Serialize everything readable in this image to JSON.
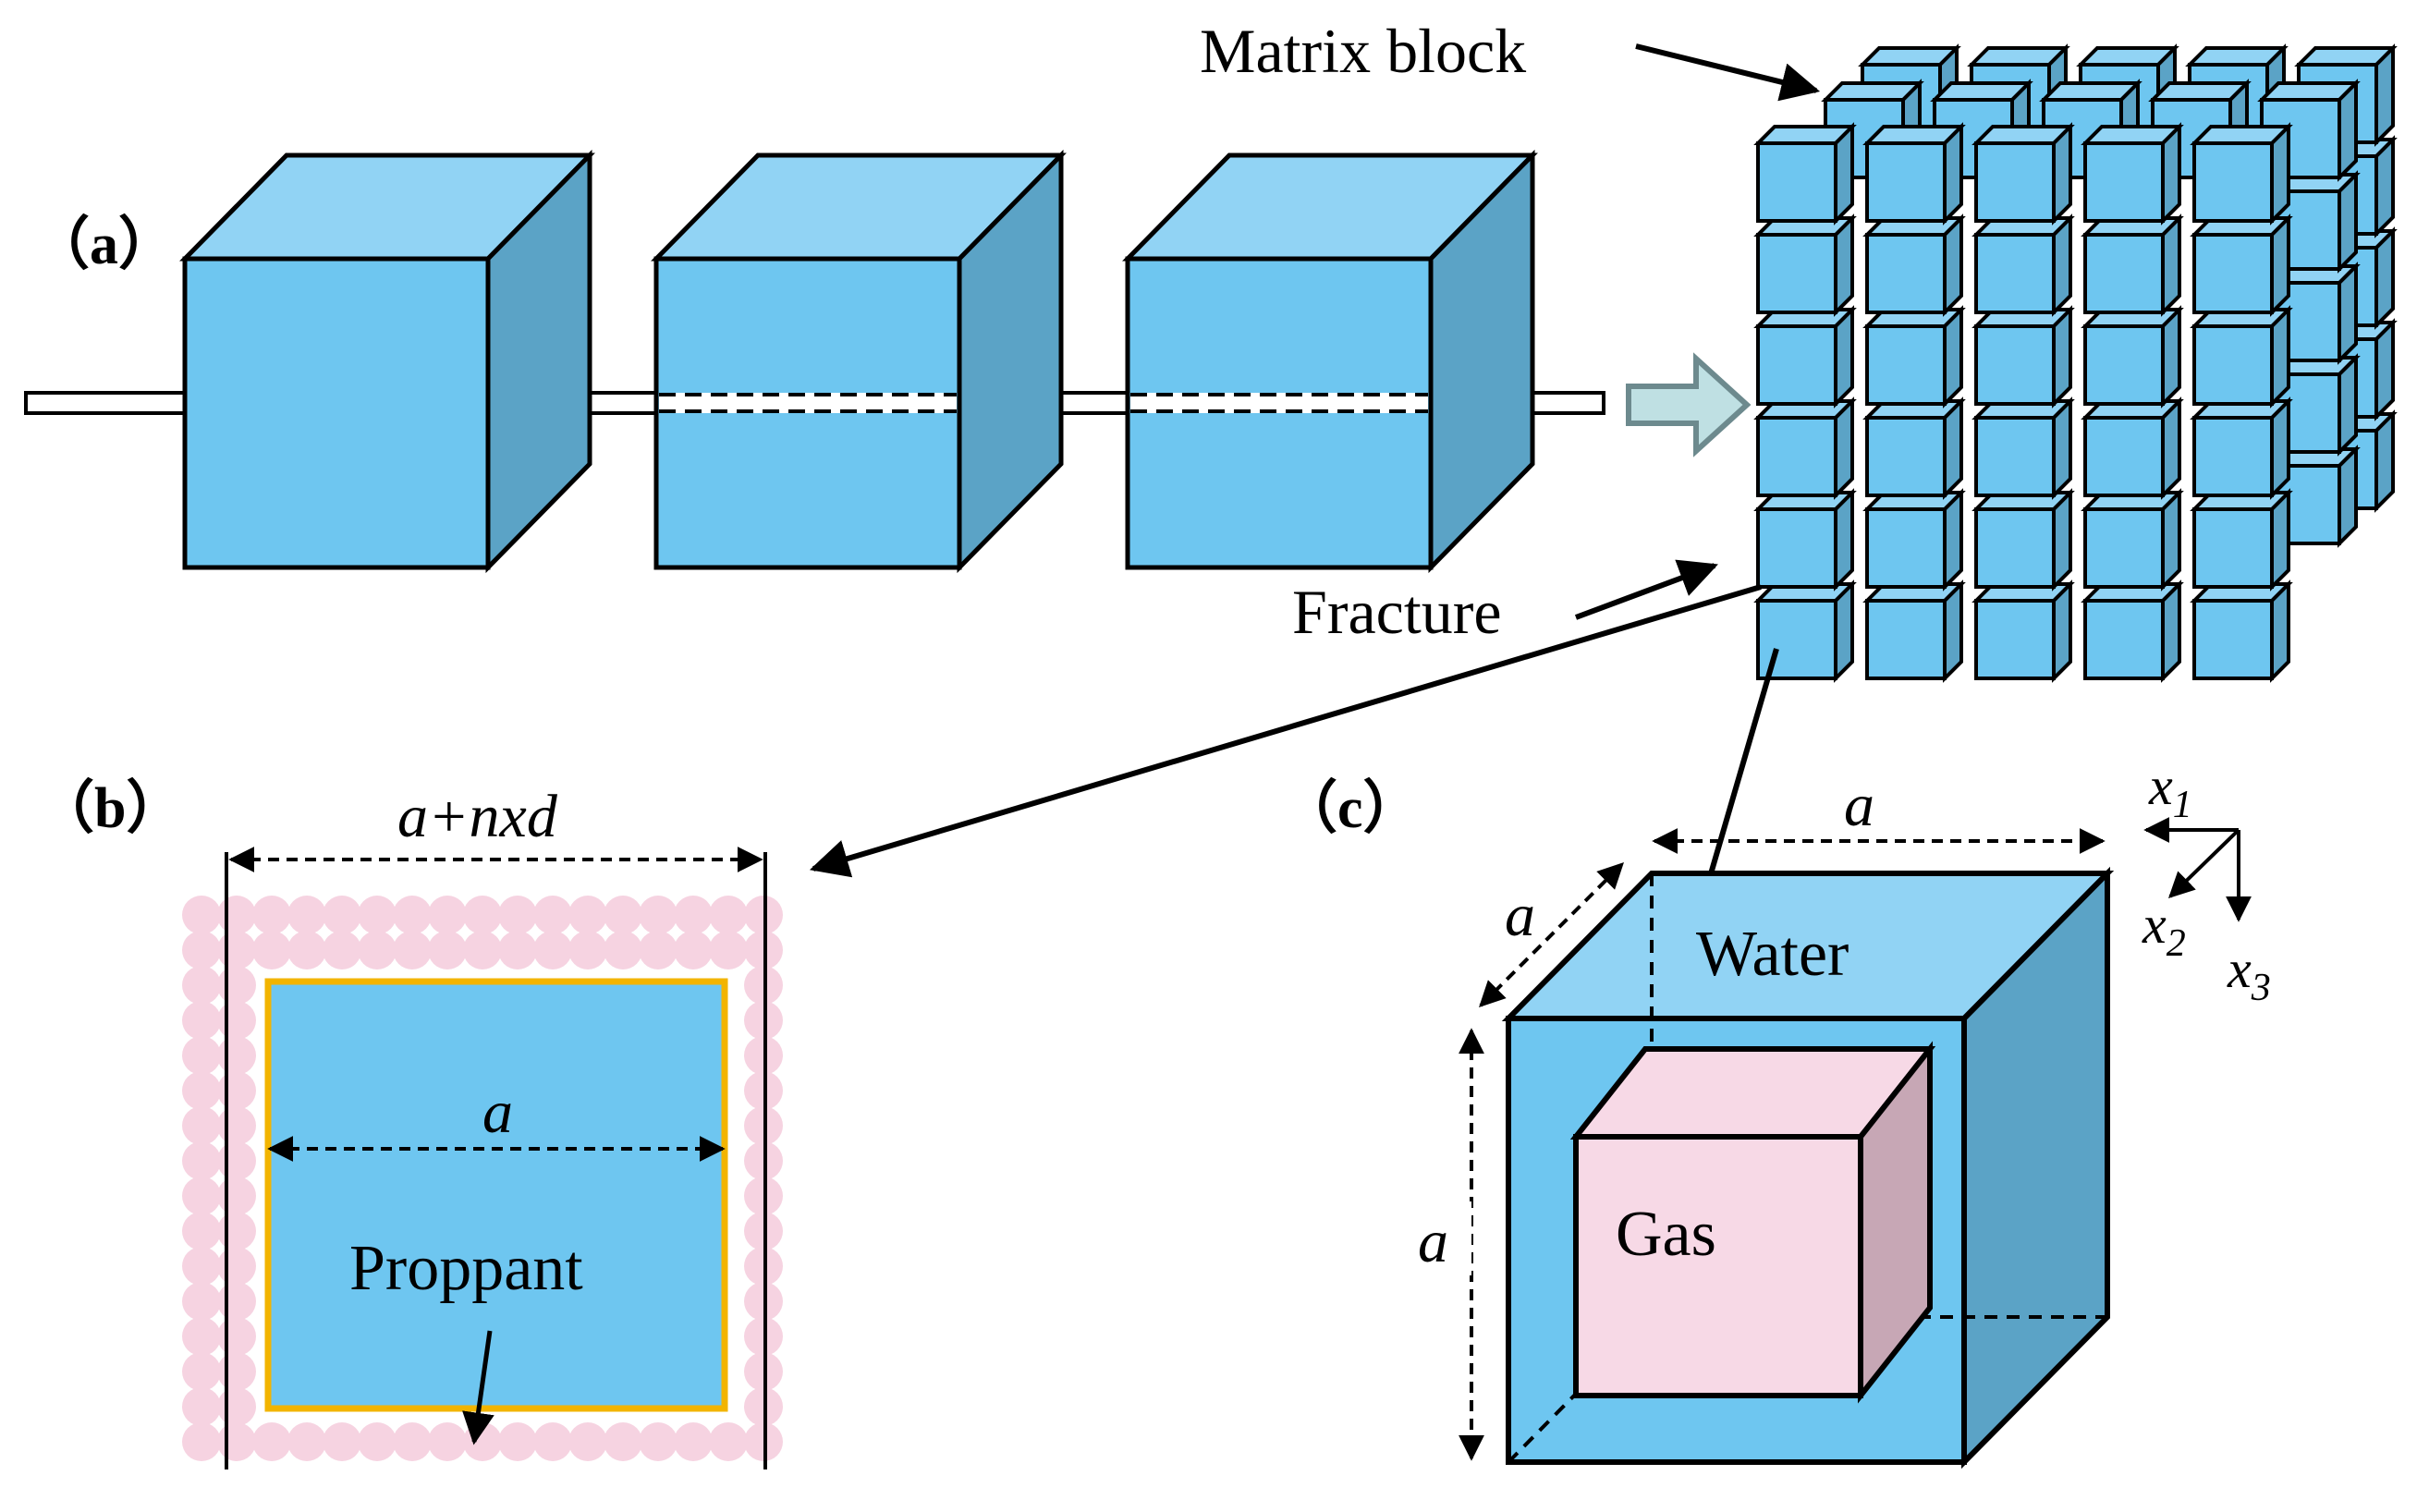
{
  "panels": {
    "a": "（a）",
    "b": "（b）",
    "c": "（c）"
  },
  "labels": {
    "matrix_block": "Matrix block",
    "fracture": "Fracture",
    "proppant": "Proppant",
    "water": "Water",
    "gas": "Gas",
    "width_b_outer": "a+nxd",
    "width_b_inner": "a",
    "c_top": "a",
    "c_depth": "a",
    "c_height": "a"
  },
  "axes": {
    "x1": "x",
    "x1_sub": "1",
    "x2": "x",
    "x2_sub": "2",
    "x3": "x",
    "x3_sub": "3"
  },
  "colors": {
    "cube_front": "#6ec6f0",
    "cube_top": "#91d3f4",
    "cube_side": "#5ba3c6",
    "gas_front": "#f7d9e6",
    "gas_side": "#c7a7b5",
    "proppant": "#f6d3e1",
    "proppant_border": "#f2b400",
    "arrow_fill": "#bfe0e3",
    "arrow_stroke": "#6d8a8e"
  }
}
